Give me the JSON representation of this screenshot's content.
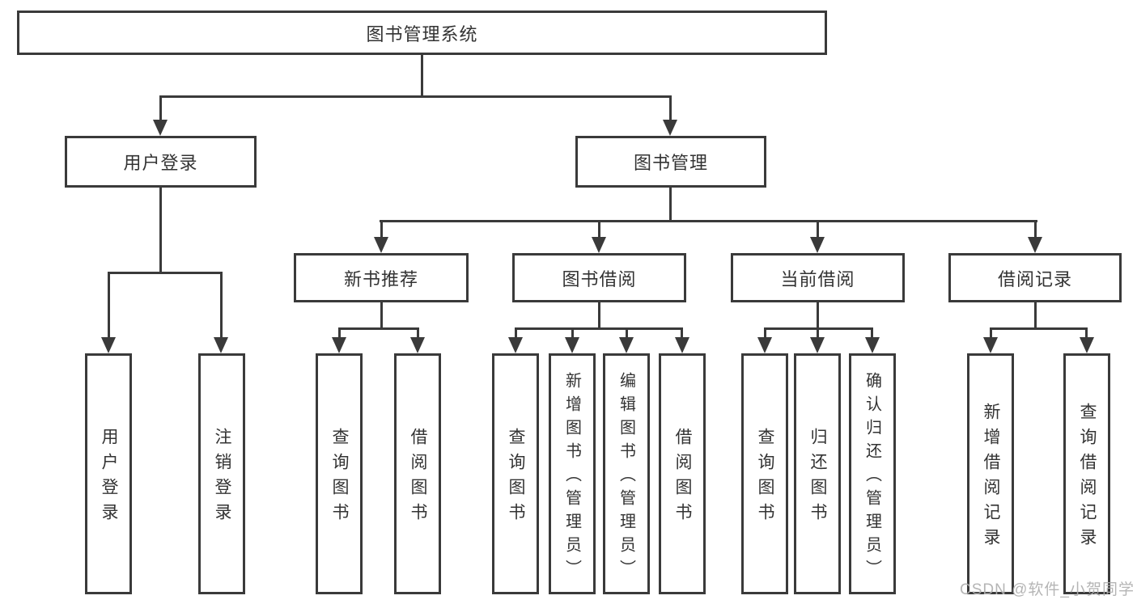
{
  "nodes": {
    "root": {
      "label": "图书管理系统"
    },
    "level2": [
      {
        "label": "用户登录"
      },
      {
        "label": "图书管理"
      }
    ],
    "level3": [
      {
        "label": "新书推荐"
      },
      {
        "label": "图书借阅"
      },
      {
        "label": "当前借阅"
      },
      {
        "label": "借阅记录"
      }
    ],
    "leaves": [
      {
        "label": "用户登录"
      },
      {
        "label": "注销登录"
      },
      {
        "label": "查询图书"
      },
      {
        "label": "借阅图书"
      },
      {
        "label": "查询图书"
      },
      {
        "label": "新增图书（管理员）"
      },
      {
        "label": "编辑图书（管理员）"
      },
      {
        "label": "借阅图书"
      },
      {
        "label": "查询图书"
      },
      {
        "label": "归还图书"
      },
      {
        "label": "确认归还（管理员）"
      },
      {
        "label": "新增借阅记录"
      },
      {
        "label": "查询借阅记录"
      }
    ]
  },
  "watermark": {
    "text": "CSDN @软件_小贺同学"
  },
  "colors": {
    "line": "#3a3a3a",
    "box_border": "#3a3a3a",
    "text": "#333333",
    "watermark": "#afafaf",
    "background": "#ffffff"
  }
}
